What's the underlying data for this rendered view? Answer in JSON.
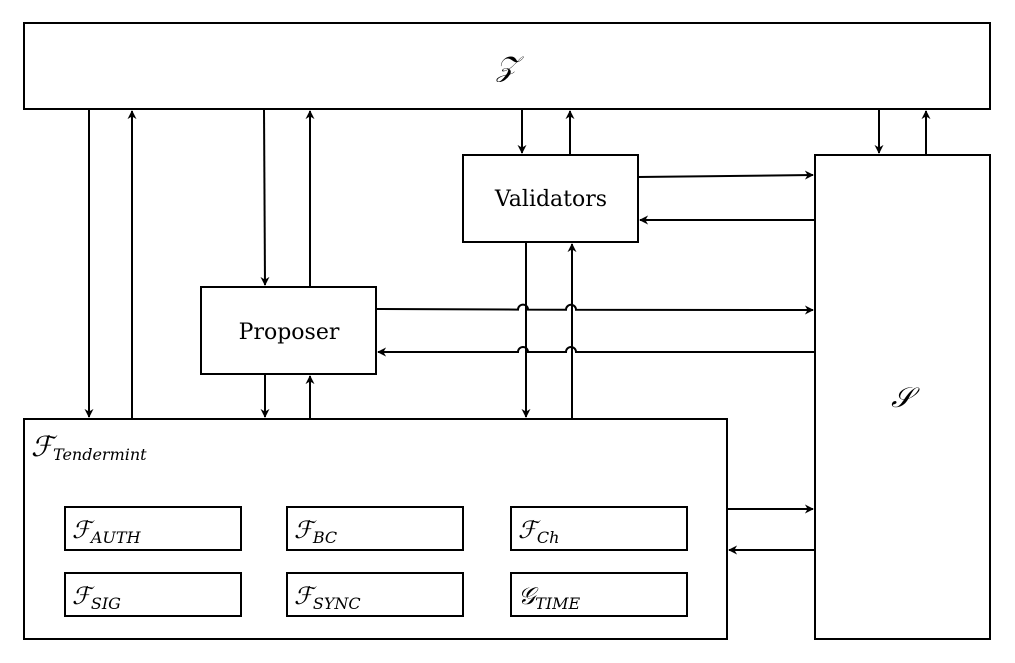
{
  "nodes": {
    "z": {
      "label": "𝒵"
    },
    "s": {
      "label": "𝒮"
    },
    "validators": {
      "label": "Validators"
    },
    "proposer": {
      "label": "Proposer"
    },
    "tendermint": {
      "main": "ℱ",
      "sub": "Tendermint"
    },
    "f_auth": {
      "main": "ℱ",
      "sub": "AUTH"
    },
    "f_bc": {
      "main": "ℱ",
      "sub": "BC"
    },
    "f_ch": {
      "main": "ℱ",
      "sub": "Ch"
    },
    "f_sig": {
      "main": "ℱ",
      "sub": "SIG"
    },
    "f_sync": {
      "main": "ℱ",
      "sub": "SYNC"
    },
    "g_time": {
      "main": "𝒢",
      "sub": "TIME"
    }
  }
}
